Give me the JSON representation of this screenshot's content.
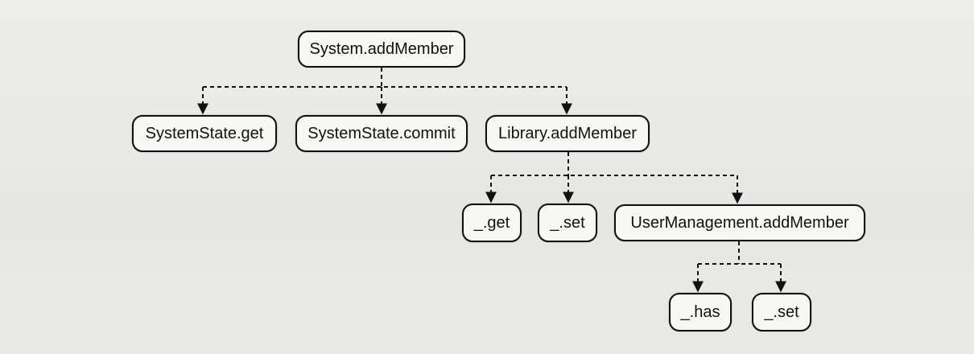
{
  "diagram": {
    "nodes": [
      {
        "id": "system_add_member",
        "label": "System.addMember"
      },
      {
        "id": "systemstate_get",
        "label": "SystemState.get"
      },
      {
        "id": "systemstate_commit",
        "label": "SystemState.commit"
      },
      {
        "id": "library_add_member",
        "label": "Library.addMember"
      },
      {
        "id": "lib_get",
        "label": "_.get"
      },
      {
        "id": "lib_set",
        "label": "_.set"
      },
      {
        "id": "usermgmt_add_member",
        "label": "UserManagement.addMember"
      },
      {
        "id": "um_has",
        "label": "_.has"
      },
      {
        "id": "um_set",
        "label": "_.set"
      }
    ],
    "edges": [
      {
        "from": "system_add_member",
        "to": "systemstate_get"
      },
      {
        "from": "system_add_member",
        "to": "systemstate_commit"
      },
      {
        "from": "system_add_member",
        "to": "library_add_member"
      },
      {
        "from": "library_add_member",
        "to": "lib_get"
      },
      {
        "from": "library_add_member",
        "to": "lib_set"
      },
      {
        "from": "library_add_member",
        "to": "usermgmt_add_member"
      },
      {
        "from": "usermgmt_add_member",
        "to": "um_has"
      },
      {
        "from": "usermgmt_add_member",
        "to": "um_set"
      }
    ],
    "edge_style": "dashed"
  }
}
